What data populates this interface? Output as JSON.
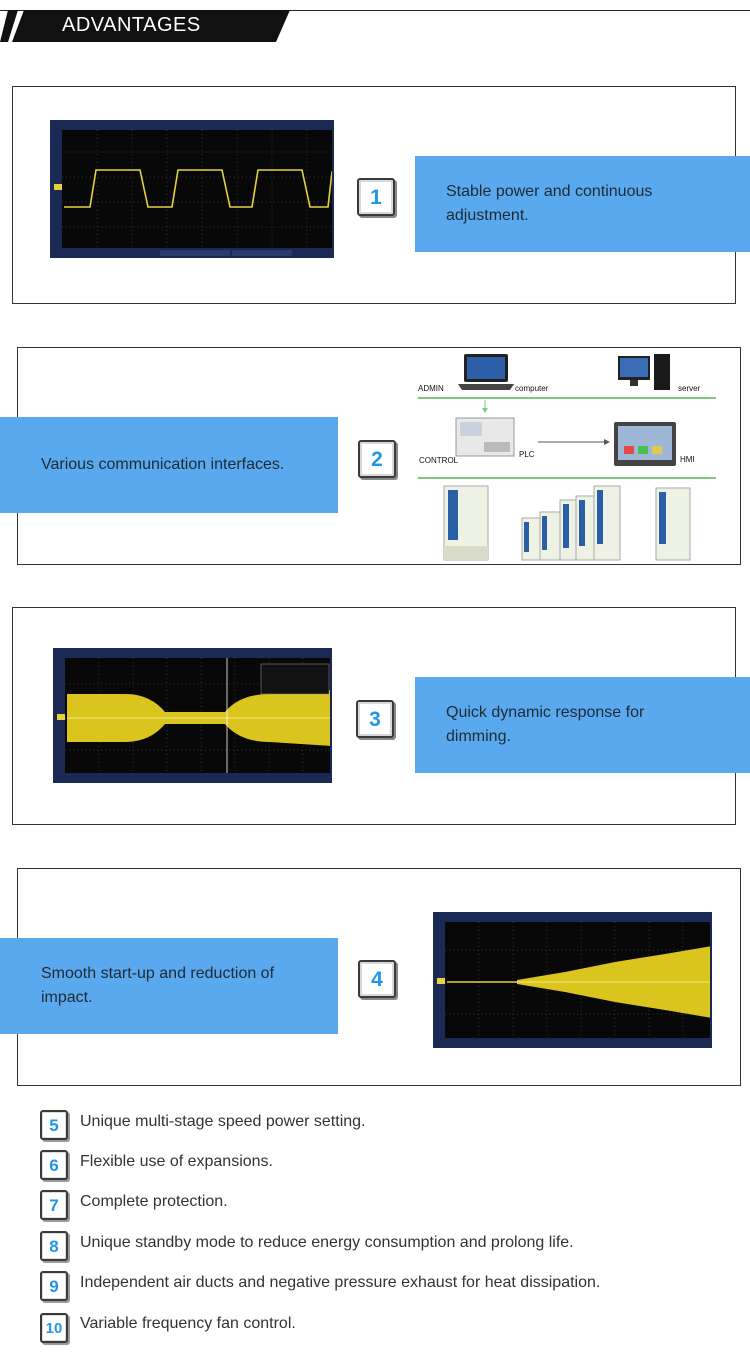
{
  "header": {
    "title": "ADVANTAGES"
  },
  "sections": [
    {
      "number": "1",
      "text_lines": [
        "Stable power and continuous",
        "adjustment."
      ]
    },
    {
      "number": "2",
      "text_lines": [
        "Various communication interfaces."
      ]
    },
    {
      "number": "3",
      "text_lines": [
        "Quick dynamic response for",
        "dimming."
      ]
    },
    {
      "number": "4",
      "text_lines": [
        "Smooth start-up and reduction of",
        "impact."
      ]
    }
  ],
  "network_diagram": {
    "admin": "ADMIN",
    "computer": "computer",
    "server": "server",
    "control": "CONTROL",
    "plc": "PLC",
    "hmi": "HMI"
  },
  "features": [
    {
      "number": "5",
      "text": "Unique multi-stage speed power setting."
    },
    {
      "number": "6",
      "text": "Flexible use of expansions."
    },
    {
      "number": "7",
      "text": "Complete protection."
    },
    {
      "number": "8",
      "text": "Unique standby mode to reduce energy consumption and prolong life."
    },
    {
      "number": "9",
      "text": "Independent air ducts and negative pressure exhaust for heat dissipation."
    },
    {
      "number": "10",
      "text": "Variable frequency fan control."
    }
  ],
  "colors": {
    "accent_band": "#5aa9ee",
    "number": "#2196e6",
    "trace": "#e6d23c"
  }
}
